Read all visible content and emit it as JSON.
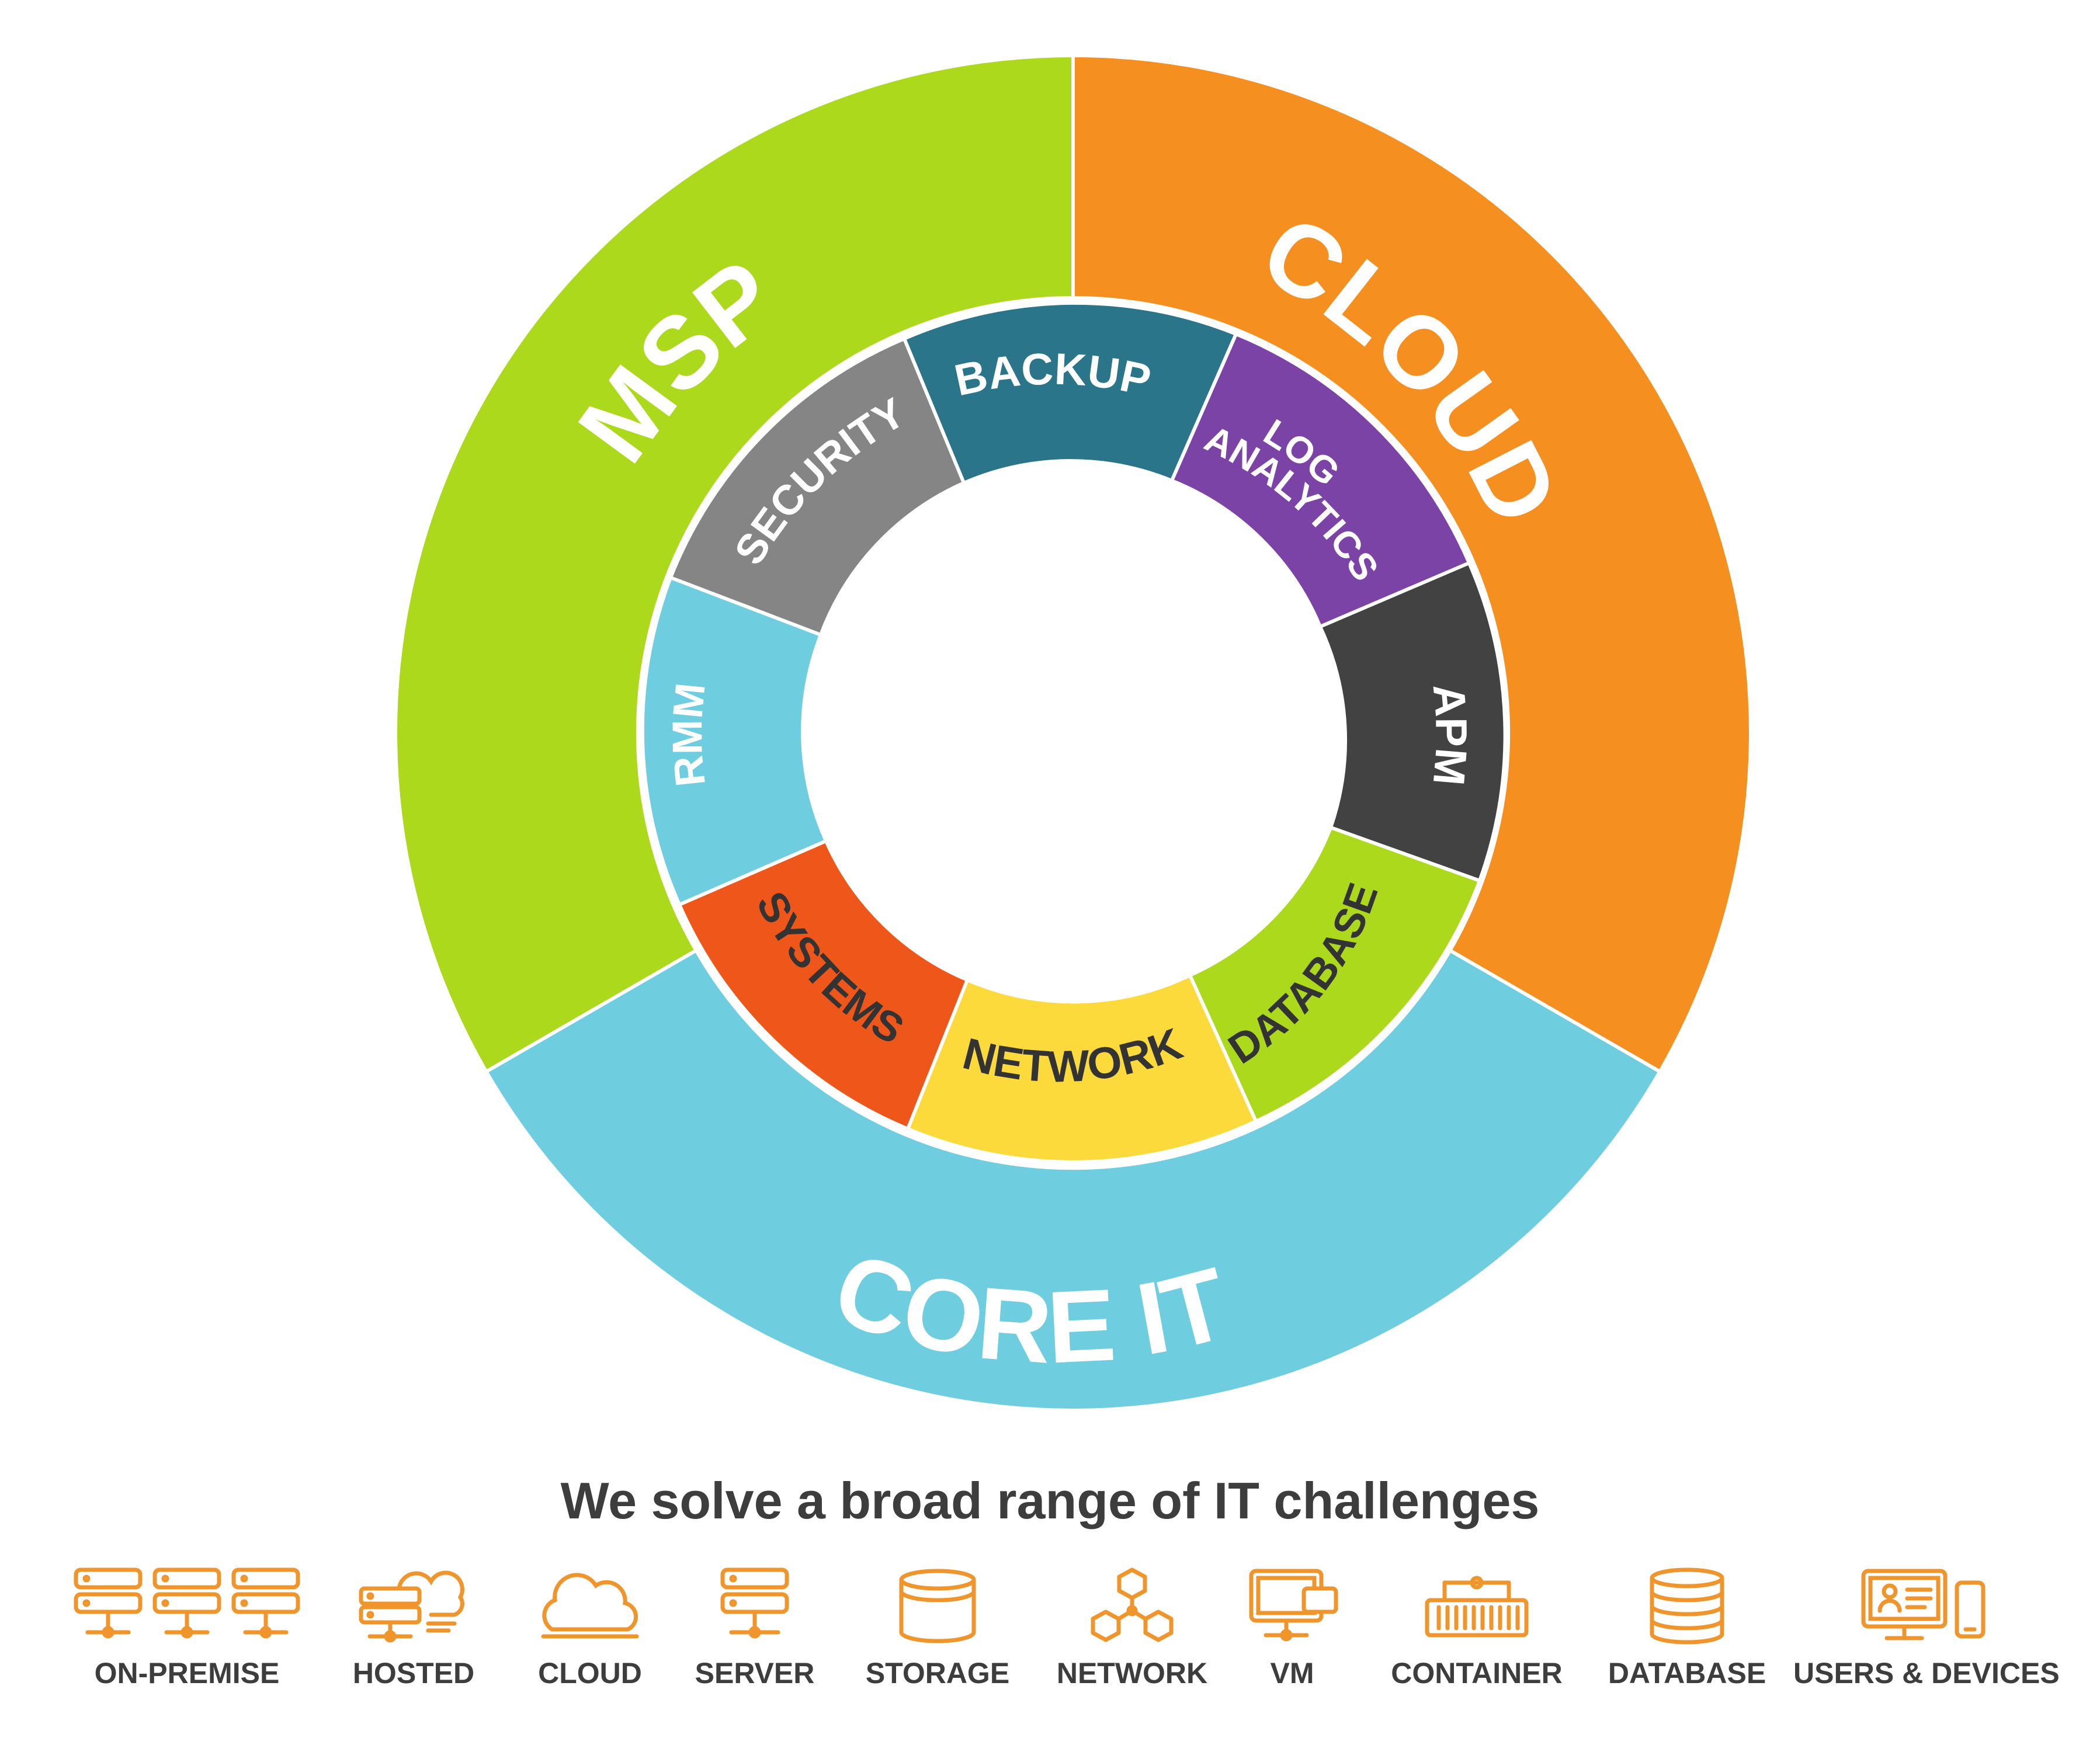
{
  "outer_segments": [
    {
      "label": "MSP",
      "color": "#acd91c"
    },
    {
      "label": "CLOUD",
      "color": "#f58f20"
    },
    {
      "label": "CORE IT",
      "color": "#6fcde0"
    }
  ],
  "inner_segments": [
    {
      "label": "BACKUP",
      "color": "#2a758a",
      "text_color": "#ffffff"
    },
    {
      "label": "LOG",
      "label2": "ANALYTICS",
      "color": "#7b43a6",
      "text_color": "#ffffff"
    },
    {
      "label": "APM",
      "color": "#424242",
      "text_color": "#ffffff"
    },
    {
      "label": "DATABASE",
      "color": "#acd91c",
      "text_color": "#333333"
    },
    {
      "label": "NETWORK",
      "color": "#fdda3b",
      "text_color": "#333333"
    },
    {
      "label": "SYSTEMS",
      "color": "#ef5619",
      "text_color": "#333333"
    },
    {
      "label": "RMM",
      "color": "#6fcde0",
      "text_color": "#ffffff"
    },
    {
      "label": "SECURITY",
      "color": "#858585",
      "text_color": "#ffffff"
    }
  ],
  "tagline": "We solve a broad range of IT challenges",
  "icon_color": "#f0952b",
  "icons": [
    {
      "label": "ON-PREMISE",
      "icon": "on-premise-icon"
    },
    {
      "label": "HOSTED",
      "icon": "hosted-icon"
    },
    {
      "label": "CLOUD",
      "icon": "cloud-icon"
    },
    {
      "label": "SERVER",
      "icon": "server-icon"
    },
    {
      "label": "STORAGE",
      "icon": "storage-icon"
    },
    {
      "label": "NETWORK",
      "icon": "network-icon"
    },
    {
      "label": "VM",
      "icon": "vm-icon"
    },
    {
      "label": "CONTAINER",
      "icon": "container-icon"
    },
    {
      "label": "DATABASE",
      "icon": "database-icon"
    },
    {
      "label": "USERS & DEVICES",
      "icon": "users-devices-icon"
    }
  ]
}
